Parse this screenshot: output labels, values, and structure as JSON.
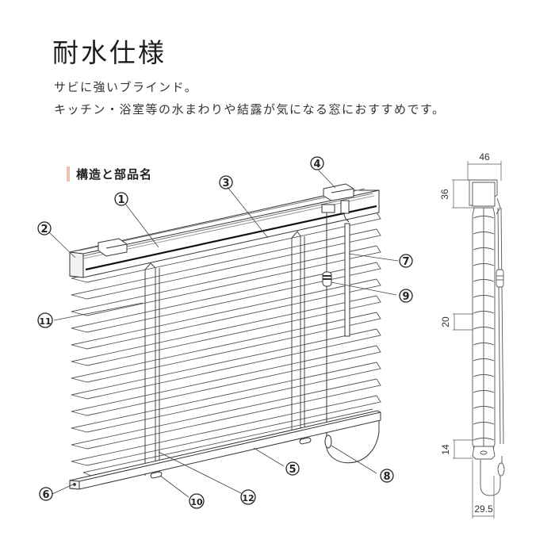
{
  "header": {
    "title": "耐水仕様",
    "description_line1": "サビに強いブラインド。",
    "description_line2": "キッチン・浴室等の水まわりや結露が気になる窓におすすめです。"
  },
  "section": {
    "title": "構造と部品名",
    "accent_color": "#f0bfae"
  },
  "callouts": [
    {
      "num": "1",
      "label": "①"
    },
    {
      "num": "2",
      "label": "②"
    },
    {
      "num": "3",
      "label": "③"
    },
    {
      "num": "4",
      "label": "④"
    },
    {
      "num": "5",
      "label": "⑤"
    },
    {
      "num": "6",
      "label": "⑥"
    },
    {
      "num": "7",
      "label": "⑦"
    },
    {
      "num": "8",
      "label": "⑧"
    },
    {
      "num": "9",
      "label": "⑨"
    },
    {
      "num": "10",
      "label": "⑩"
    },
    {
      "num": "11",
      "label": "⑪"
    },
    {
      "num": "12",
      "label": "⑫"
    }
  ],
  "side_view": {
    "dimensions": {
      "head_width": "46",
      "head_height": "36",
      "slat_pitch": "20",
      "bottom_rail_height": "14",
      "bottom_width": "29.5"
    }
  }
}
